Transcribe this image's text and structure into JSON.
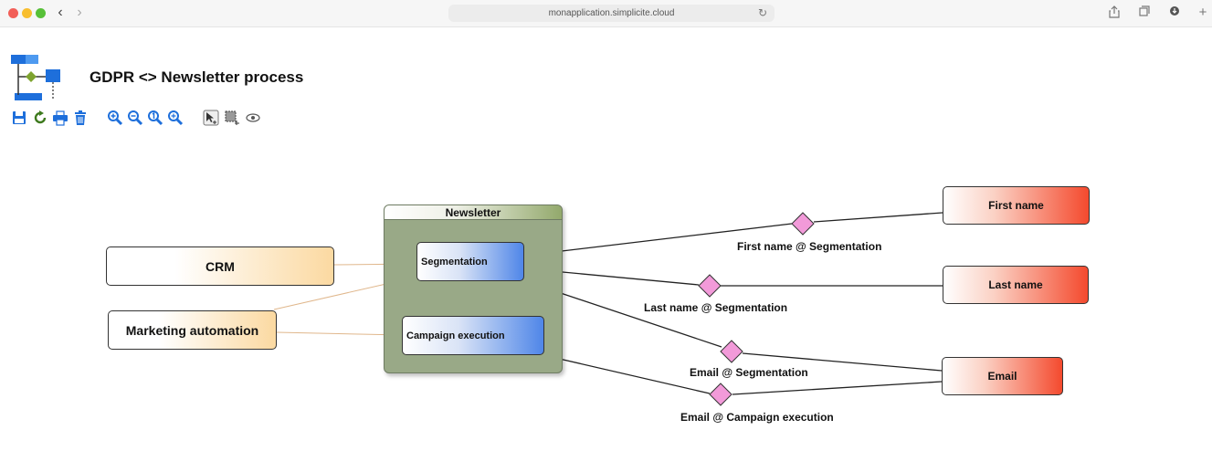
{
  "browser": {
    "url": "monapplication.simplicite.cloud",
    "icons": [
      "back-icon",
      "forward-icon",
      "reload-icon",
      "share-icon",
      "tabs-icon",
      "extension-icon",
      "new-tab-icon"
    ]
  },
  "header": {
    "title": "GDPR <> Newsletter process"
  },
  "toolbar": {
    "groups": [
      [
        "save-icon",
        "refresh-icon",
        "print-icon",
        "delete-icon"
      ],
      [
        "zoom-in-icon",
        "zoom-out-icon",
        "zoom-reset-icon",
        "zoom-fit-icon"
      ],
      [
        "select-icon",
        "lasso-icon",
        "preview-icon"
      ]
    ]
  },
  "diagram": {
    "systems": [
      {
        "label": "CRM"
      },
      {
        "label": "Marketing automation"
      }
    ],
    "group": {
      "label": "Newsletter"
    },
    "processes": [
      {
        "label": "Segmentation"
      },
      {
        "label": "Campaign execution"
      }
    ],
    "attributes": [
      {
        "label": "First name"
      },
      {
        "label": "Last name"
      },
      {
        "label": "Email"
      }
    ],
    "links": [
      {
        "label": "First name @ Segmentation"
      },
      {
        "label": "Last name @ Segmentation"
      },
      {
        "label": "Email  @ Segmentation"
      },
      {
        "label": "Email  @ Campaign execution"
      }
    ],
    "colors": {
      "group": "#99a987",
      "system": "#fbd9a1",
      "process": "#4f86e8",
      "attribute": "#f44a2e",
      "diamond": "#f29ad9"
    }
  }
}
